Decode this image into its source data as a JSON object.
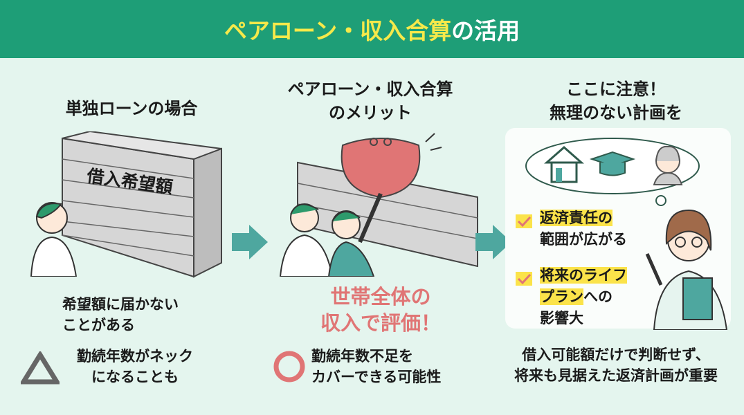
{
  "title": {
    "highlight": "ペアローン・収入合算",
    "rest": "の活用"
  },
  "columns": [
    {
      "heading": [
        "単独ローンの場合"
      ],
      "wall_label": "借入希望額",
      "note": [
        "希望額に届かない",
        "ことがある"
      ],
      "mark": "triangle-icon",
      "point": [
        "勤続年数がネック",
        "になることも"
      ]
    },
    {
      "heading": [
        "ペアローン・収入合算",
        "のメリット"
      ],
      "emphasis": [
        "世帯全体の",
        "収入で評価！"
      ],
      "mark": "circle-icon",
      "point": [
        "勤続年数不足を",
        "カバーできる可能性"
      ]
    },
    {
      "heading": [
        "ここに注意！",
        "無理のない計画を"
      ],
      "checks": [
        {
          "hl": "返済責任の",
          "rest": "",
          "line2": "範囲が広がる"
        },
        {
          "hl": "将来のライフ",
          "hl2": "プラン",
          "rest": "への",
          "line3": "影響大"
        }
      ],
      "conclusion": [
        "借入可能額だけで判断せず、",
        "将来も見据えた返済計画が重要"
      ]
    }
  ],
  "colors": {
    "header": "#1e9e77",
    "title_accent": "#f6e94a",
    "background": "#e4f5ee",
    "emphasis": "#e07575",
    "arrow": "#4ea79f"
  }
}
